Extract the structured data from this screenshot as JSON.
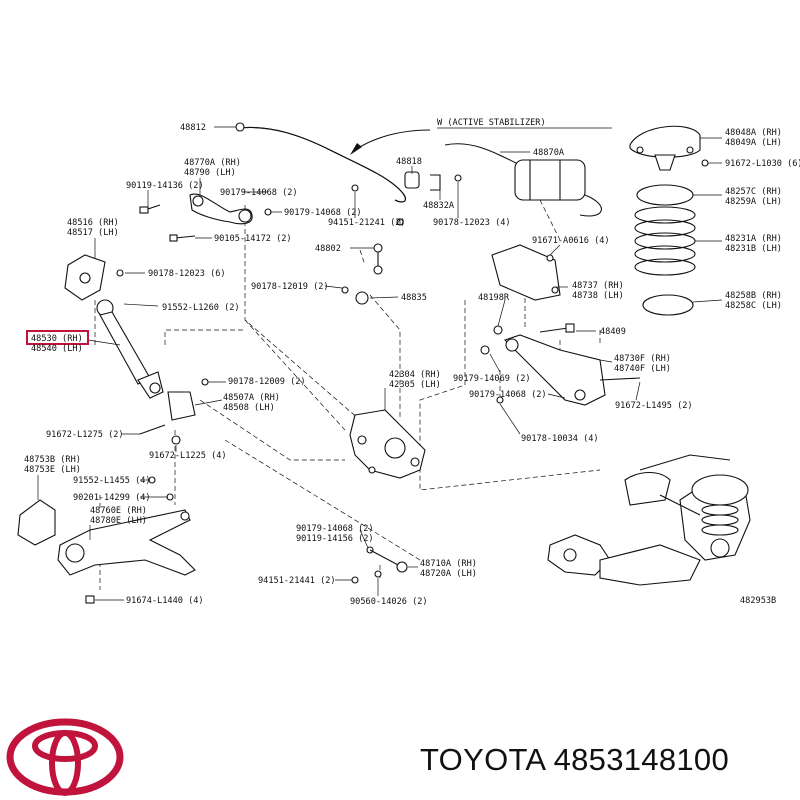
{
  "header": {
    "variant_note": "W (ACTIVE STABILIZER)"
  },
  "labels": {
    "p48812": "48812",
    "p48818": "48818",
    "p48870a": "48870A",
    "p48832a": "48832A",
    "p48770a": "48770A (RH)",
    "p48790": "48790 (LH)",
    "p9011914136": "90119-14136 (2)",
    "p9017914068a": "90179-14068 (2)",
    "p9017914068b": "90179-14068 (2)",
    "p9415121241a": "94151-21241 (2)",
    "p9017812023a": "90178-12023 (4)",
    "p48516": "48516 (RH)",
    "p48517": "48517 (LH)",
    "p9010514172": "90105-14172 (2)",
    "p48802": "48802",
    "p9017812023b": "90178-12023 (6)",
    "p9017812019": "90178-12019 (2)",
    "p48835": "48835",
    "p9155211260": "91552-L1260 (2)",
    "p48530": "48530 (RH)",
    "p48540": "48540 (LH)",
    "p9167140616": "91671-A0616 (4)",
    "p48737": "48737 (RH)",
    "p48738": "48738 (LH)",
    "p48198r": "48198R",
    "p48409": "48409",
    "p48048a": "48048A (RH)",
    "p48049a": "48049A (LH)",
    "p9167211030": "91672-L1030 (6)",
    "p48257c": "48257C (RH)",
    "p48259a": "48259A (LH)",
    "p48231a": "48231A (RH)",
    "p48231b": "48231B (LH)",
    "p48258b": "48258B (RH)",
    "p48258c": "48258C (LH)",
    "p48730f": "48730F (RH)",
    "p48740f": "48740F (LH)",
    "p9017914069": "90179-14069 (2)",
    "p9017914068c": "90179-14068 (2)",
    "p9167211495": "91672-L1495 (2)",
    "p9017810034": "90178-10034 (4)",
    "p9017812009": "90178-12009 (2)",
    "p42304": "42304 (RH)",
    "p42305": "42305 (LH)",
    "p48507a": "48507A (RH)",
    "p48508": "48508 (LH)",
    "p9167211275": "91672-L1275 (2)",
    "p9167211225": "91672-L1225 (4)",
    "p48753b": "48753B (RH)",
    "p48753e": "48753E (LH)",
    "p9155211455": "91552-L1455 (4)",
    "p9020114299": "90201-14299 (4)",
    "p48760e": "48760E (RH)",
    "p48780e": "48780E (LH)",
    "p9017914068d": "90179-14068 (2)",
    "p9011914156": "90119-14156 (2)",
    "p48710a": "48710A (RH)",
    "p48720a": "48720A (LH)",
    "p9415121441": "94151-21441 (2)",
    "p9056014026": "90560-14026 (2)",
    "p9167411440": "91674-L1440 (4)",
    "drawing_no": "482953B"
  },
  "footer": {
    "brand_text": "TOYOTA 4853148100"
  },
  "colors": {
    "highlight_box": "#c0143c",
    "logo": "#c0143c",
    "ink": "#111111"
  }
}
